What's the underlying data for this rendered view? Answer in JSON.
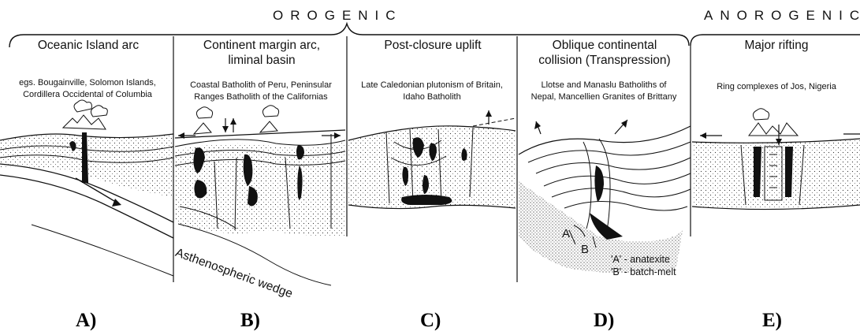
{
  "header": {
    "orogenic": "OROGENIC",
    "anorogenic": "ANOROGENIC"
  },
  "panels": [
    {
      "id": "A",
      "title": [
        "Oceanic Island arc"
      ],
      "examples": [
        "egs. Bougainville, Solomon Islands,",
        "Cordillera Occidental of Columbia"
      ],
      "letter": "A)"
    },
    {
      "id": "B",
      "title": [
        "Continent margin arc,",
        "liminal basin"
      ],
      "examples": [
        "Coastal Batholith of Peru, Peninsular",
        "Ranges Batholith of the Californias"
      ],
      "letter": "B)",
      "label": "Asthenospheric wedge"
    },
    {
      "id": "C",
      "title": [
        "Post-closure uplift"
      ],
      "examples": [
        "Late Caledonian plutonism of Britain,",
        "Idaho Batholith"
      ],
      "letter": "C)"
    },
    {
      "id": "D",
      "title": [
        "Oblique continental",
        "collision (Transpression)"
      ],
      "examples": [
        "Llotse and Manaslu Batholiths of",
        "Nepal, Mancellien Granites of Brittany"
      ],
      "letter": "D)",
      "markers": [
        "A",
        "B"
      ],
      "legend": [
        "'A' - anatexite",
        "'B' - batch-melt"
      ]
    },
    {
      "id": "E",
      "title": [
        "Major rifting"
      ],
      "examples": [
        "Ring complexes of Jos, Nigeria"
      ],
      "letter": "E)"
    }
  ]
}
